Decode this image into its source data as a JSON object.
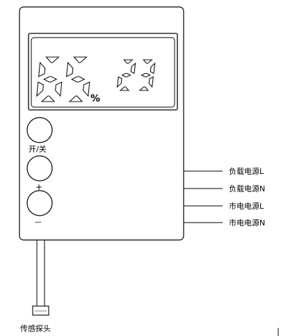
{
  "display": {
    "main_value": "65",
    "main_unit": "%",
    "secondary_value": "23"
  },
  "buttons": {
    "power_label": "开/关",
    "up_label": "+",
    "down_label": "—"
  },
  "terminals": [
    {
      "label": "负载电源L"
    },
    {
      "label": "负载电源N"
    },
    {
      "label": "市电电源L"
    },
    {
      "label": "市电电源N"
    }
  ],
  "probe": {
    "label": "传感探头"
  },
  "corner_mark": "|"
}
